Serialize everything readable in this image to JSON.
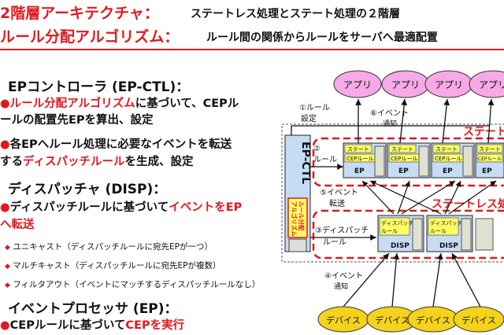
{
  "header": {
    "line1_red": "2階層アーキテクチャ：",
    "line1_black": "ステートレス処理とステート処理の２階層",
    "line2_red": "ルール分配アルゴリズム：",
    "line2_black": "ルール間の関係からルールをサーバへ最適配置"
  },
  "sections": {
    "ep_ctl": {
      "title": "EPコントローラ (EP-CTL)：",
      "b1_red": "ルール分配アルゴリズム",
      "b1_rest": "に基づいて、CEPル",
      "b1_line2": "ールの配置先EPを算出、設定",
      "b2_line1": "各EPへルール処理に必要なイベントを転送",
      "b2_pre": "する",
      "b2_red": "ディスパッチルール",
      "b2_post": "を生成、設定"
    },
    "disp": {
      "title": "ディスパッチャ (DISP)：",
      "b1_pre": "ディスパッチルールに基づいて",
      "b1_red": "イベントをEP",
      "b1_line2_red": "へ転送",
      "subs": [
        "ユニキャスト（ディスパッチルールに宛先EPが一つ）",
        "マルチキャスト（ディスパッチルールに宛先EPが複数）",
        "フィルタアウト（イベントにマッチするディスパッチルールなし）"
      ]
    },
    "ep": {
      "title": "イベントプロセッサ (EP)：",
      "b1_pre": "CEPルールに基づいて",
      "b1_red": "CEPを実行"
    }
  },
  "diagram": {
    "apps": [
      "アプリ",
      "アプリ",
      "アプリ",
      "アプリ"
    ],
    "devices": [
      "デバイス",
      "デバイス",
      "デバイス",
      "デバイス"
    ],
    "step1": [
      "①ルール",
      "設定"
    ],
    "step2": [
      "②",
      "ルール"
    ],
    "step3": [
      "③ディスパッチ",
      "ルール"
    ],
    "step4": [
      "④イベント",
      "通知"
    ],
    "step5": [
      "⑤イベント",
      "転送"
    ],
    "step6": [
      "⑥イベント",
      "通知"
    ],
    "stateful": "ステート",
    "stateless": "ステートレス処",
    "ep_ctl_label": "EP-CTL",
    "ep_ctl_tag": [
      "ルール分配",
      "アルゴリズム"
    ],
    "ep_state": "ステート",
    "ep_cep": "CEPルール",
    "ep_name": "EP",
    "disp_rule": [
      "ディスパッチ",
      "ルール"
    ],
    "disp_name": "DISP",
    "colors": {
      "app_fill": "#f7a8e6",
      "device_fill": "#f5d21b",
      "red": "#e0191f",
      "box_blue": "#c6dcf5",
      "yellow": "#ffff66"
    }
  }
}
